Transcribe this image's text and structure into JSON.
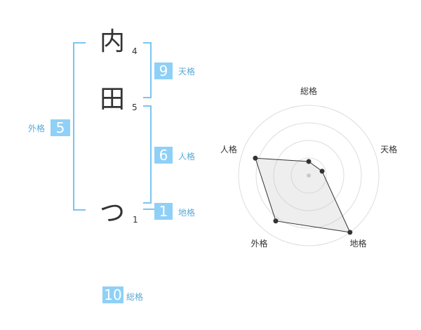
{
  "name_chars": [
    {
      "char": "内",
      "strokes": "4"
    },
    {
      "char": "田",
      "strokes": "5"
    },
    {
      "char": "つ",
      "strokes": "1"
    }
  ],
  "fortune": {
    "tenkaku": {
      "value": "9",
      "label": "天格"
    },
    "jinkaku": {
      "value": "6",
      "label": "人格"
    },
    "chikaku": {
      "value": "1",
      "label": "地格"
    },
    "gaikaku": {
      "value": "5",
      "label": "外格"
    },
    "soukaku": {
      "value": "10",
      "label": "総格"
    }
  },
  "colors": {
    "accent": "#8fd0f7",
    "label": "#5aa9d6",
    "bracket": "#7cc4ef"
  },
  "chart_data": {
    "type": "radar",
    "axes": [
      "総格",
      "天格",
      "地格",
      "外格",
      "人格"
    ],
    "values": [
      0.2,
      0.2,
      1.0,
      0.8,
      0.8
    ],
    "rings": 4,
    "max": 1.0
  }
}
